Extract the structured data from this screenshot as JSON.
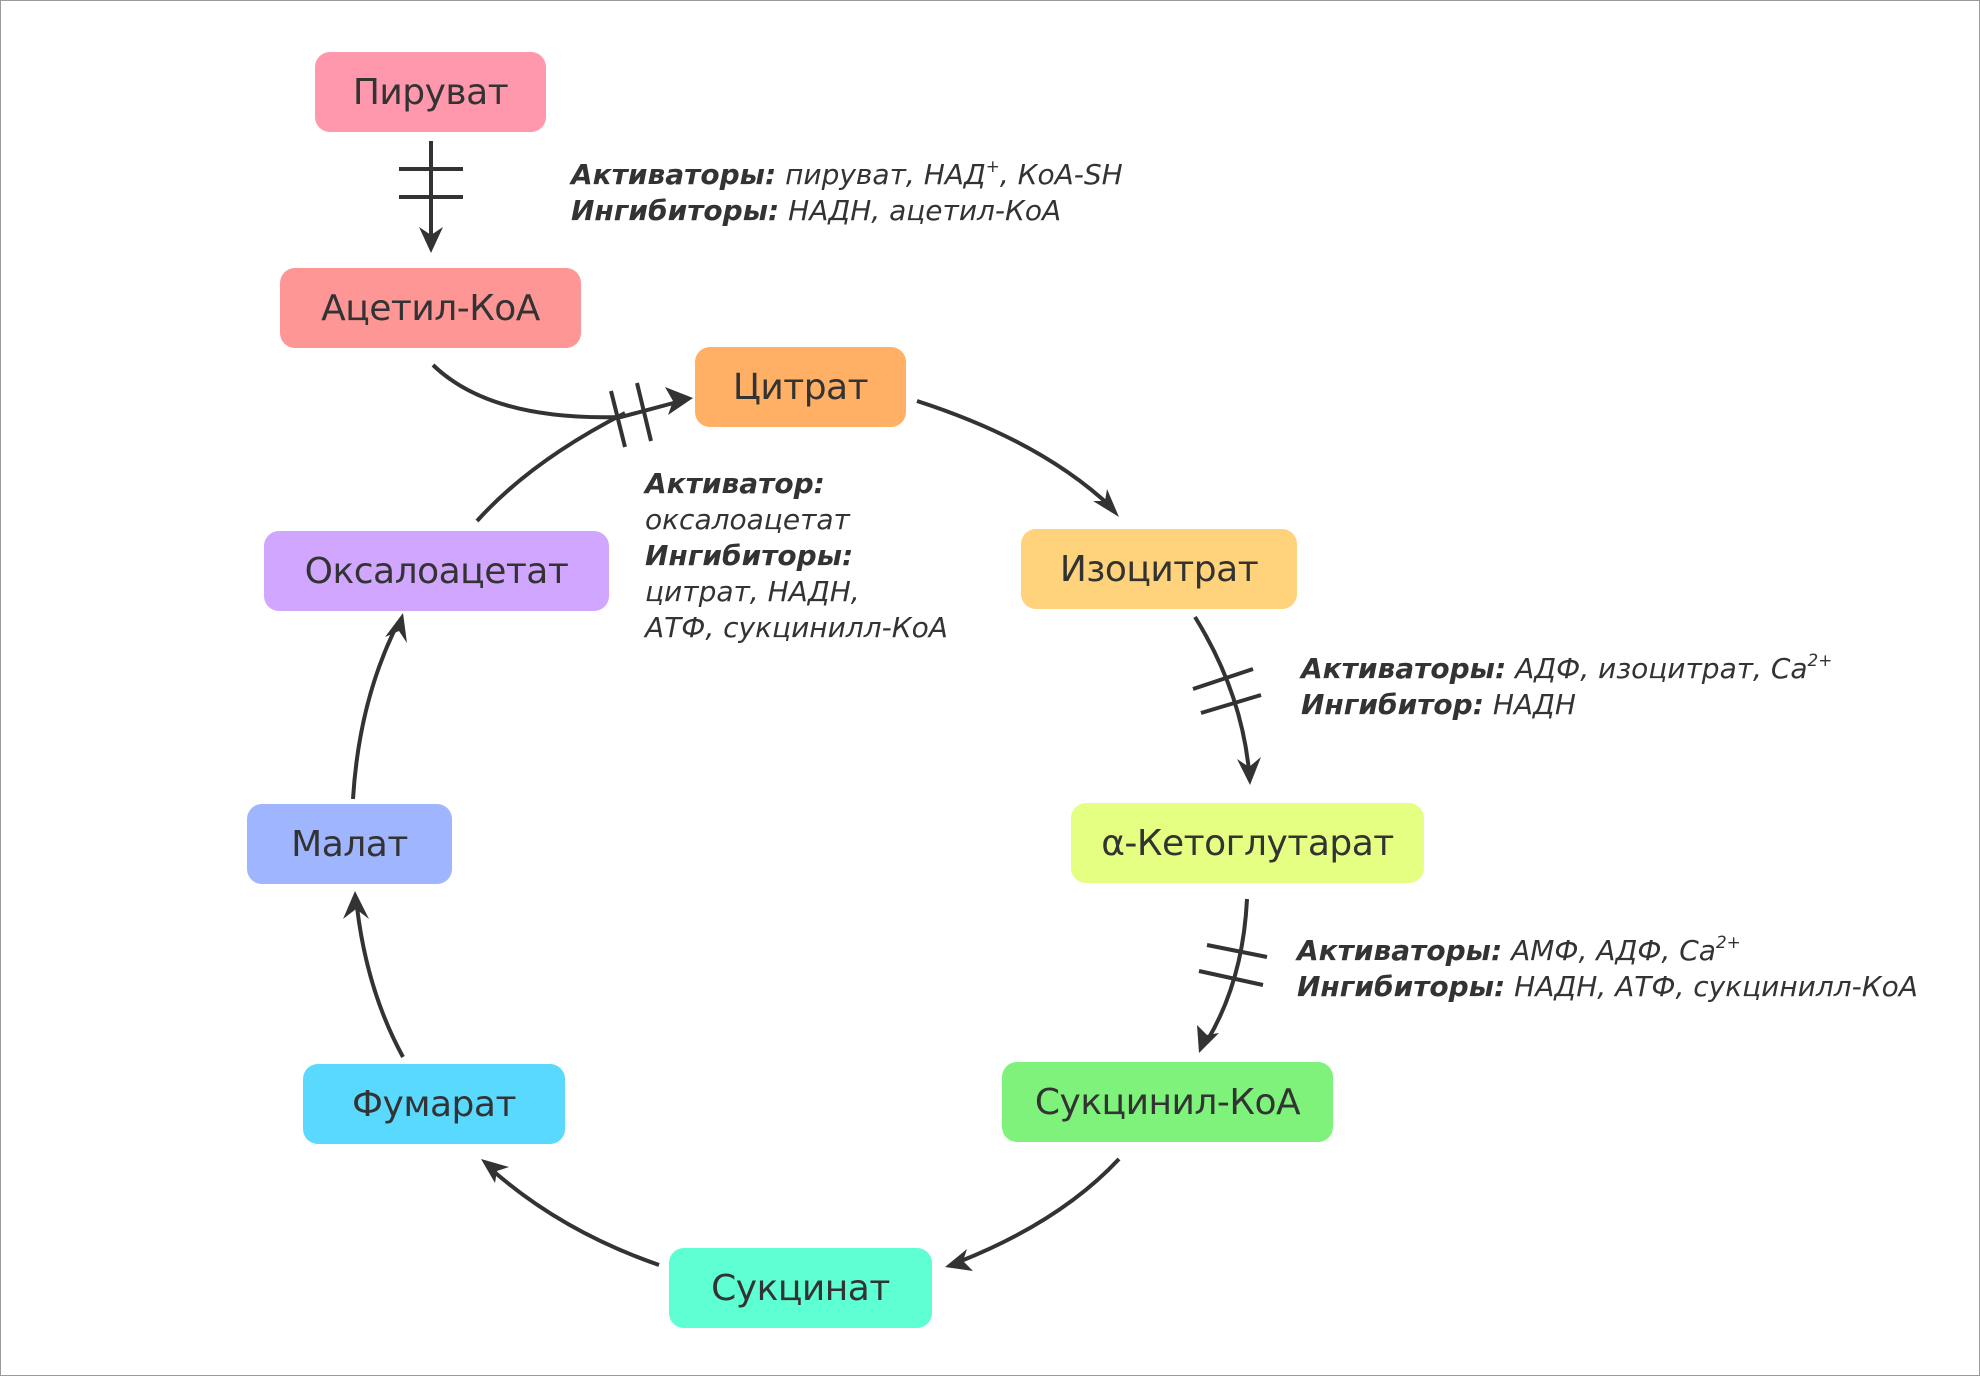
{
  "nodes": {
    "pyruvate": "Пируват",
    "acetyl_coa": "Ацетил-КоА",
    "citrate": "Цитрат",
    "isocitrate": "Изоцитрат",
    "alpha_ketoglutarate": "α-Кетоглутарат",
    "succinyl_coa": "Сукцинил-КоА",
    "succinate": "Сукцинат",
    "fumarate": "Фумарат",
    "malate": "Малат",
    "oxaloacetate": "Оксалоацетат"
  },
  "colors": {
    "pyruvate": "#ff97ad",
    "acetyl_coa": "#ff9696",
    "citrate": "#ffb064",
    "isocitrate": "#ffd27c",
    "alpha_ketoglutarate": "#e4ff82",
    "succinyl_coa": "#7ef27a",
    "succinate": "#5effd2",
    "fumarate": "#5ad9ff",
    "malate": "#9fb6ff",
    "oxaloacetate": "#d1a6ff",
    "arrow": "#333333"
  },
  "regulation": {
    "pyruvate_dehydrogenase": {
      "activators_label": "Активаторы:",
      "activators": "пируват, НАД",
      "activators_sup": "+",
      "activators_tail": ", КоА-SH",
      "inhibitors_label": "Ингибиторы:",
      "inhibitors": "НАДН, ацетил-КоА"
    },
    "citrate_synthase": {
      "activator_label": "Активатор:",
      "activator": "оксалоацетат",
      "inhibitors_label": "Ингибиторы:",
      "inhibitors_line1": "цитрат, НАДН,",
      "inhibitors_line2": "АТФ, сукцинилл-КоА"
    },
    "isocitrate_dehydrogenase": {
      "activators_label": "Активаторы:",
      "activators": "АДФ, изоцитрат, Ca",
      "activators_sup": "2+",
      "inhibitor_label": "Ингибитор:",
      "inhibitor": "НАДН"
    },
    "ketoglutarate_dehydrogenase": {
      "activators_label": "Активаторы:",
      "activators": "АМФ, АДФ, Ca",
      "activators_sup": "2+",
      "inhibitors_label": "Ингибиторы:",
      "inhibitors": "НАДН, АТФ, сукцинилл-КоА"
    }
  }
}
